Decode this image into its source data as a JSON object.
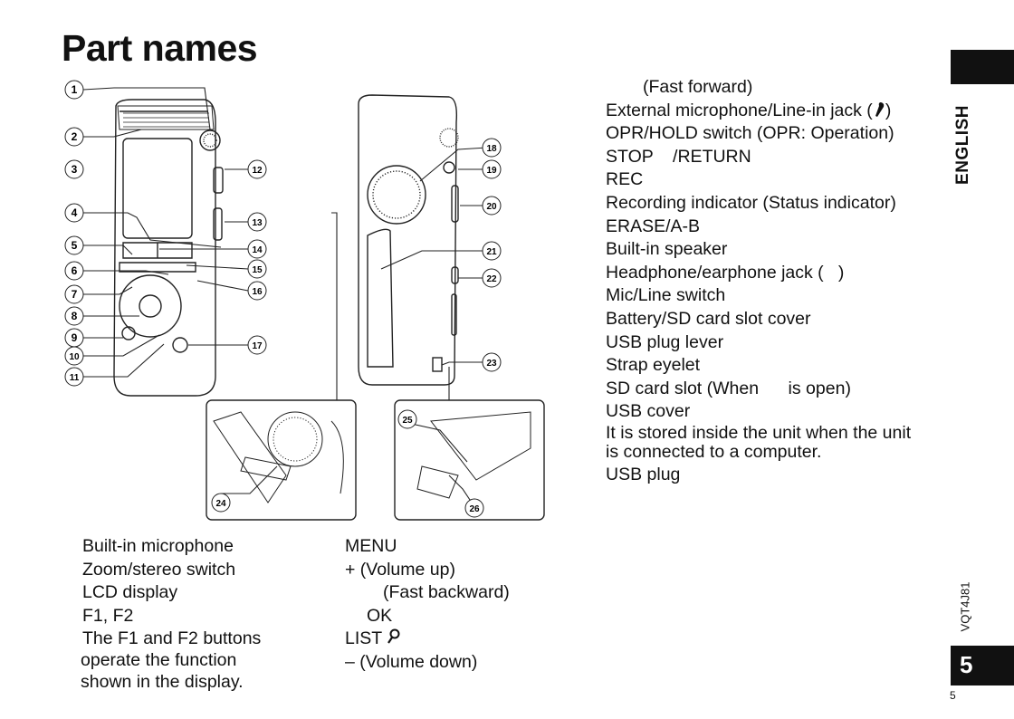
{
  "page": {
    "title": "Part names",
    "language_tab": "ENGLISH",
    "doc_code": "VQT4J81",
    "page_box": "5",
    "page_number": "5"
  },
  "callouts": [
    "1",
    "2",
    "3",
    "4",
    "5",
    "6",
    "7",
    "8",
    "9",
    "10",
    "11",
    "12",
    "13",
    "14",
    "15",
    "16",
    "17",
    "18",
    "19",
    "20",
    "21",
    "22",
    "23",
    "24",
    "25",
    "26"
  ],
  "right_list": [
    "(Fast forward)",
    "External microphone/Line-in jack (",
    "OPR/HOLD switch (OPR: Operation)",
    "STOP    /RETURN",
    "REC",
    "Recording indicator (Status indicator)",
    "ERASE/A-B",
    "Built-in speaker",
    "Headphone/earphone jack (   )",
    "Mic/Line switch",
    "Battery/SD card slot cover",
    "USB plug lever",
    "Strap eyelet",
    "SD card slot (When      is open)",
    "USB cover",
    "It is stored inside the unit when the unit",
    "is connected to a computer.",
    "USB plug"
  ],
  "right_list_suffix": ")",
  "left_list": [
    "Built-in microphone",
    "Zoom/stereo switch",
    "LCD display",
    "F1, F2",
    "The F1 and F2 buttons",
    "operate the function",
    "shown in the display."
  ],
  "middle_list": [
    "MENU",
    "+ (Volume up)",
    "(Fast backward)",
    "OK",
    "LIST",
    "– (Volume down)"
  ],
  "icons": {
    "mic": "microphone-icon",
    "search": "magnifier-icon"
  }
}
